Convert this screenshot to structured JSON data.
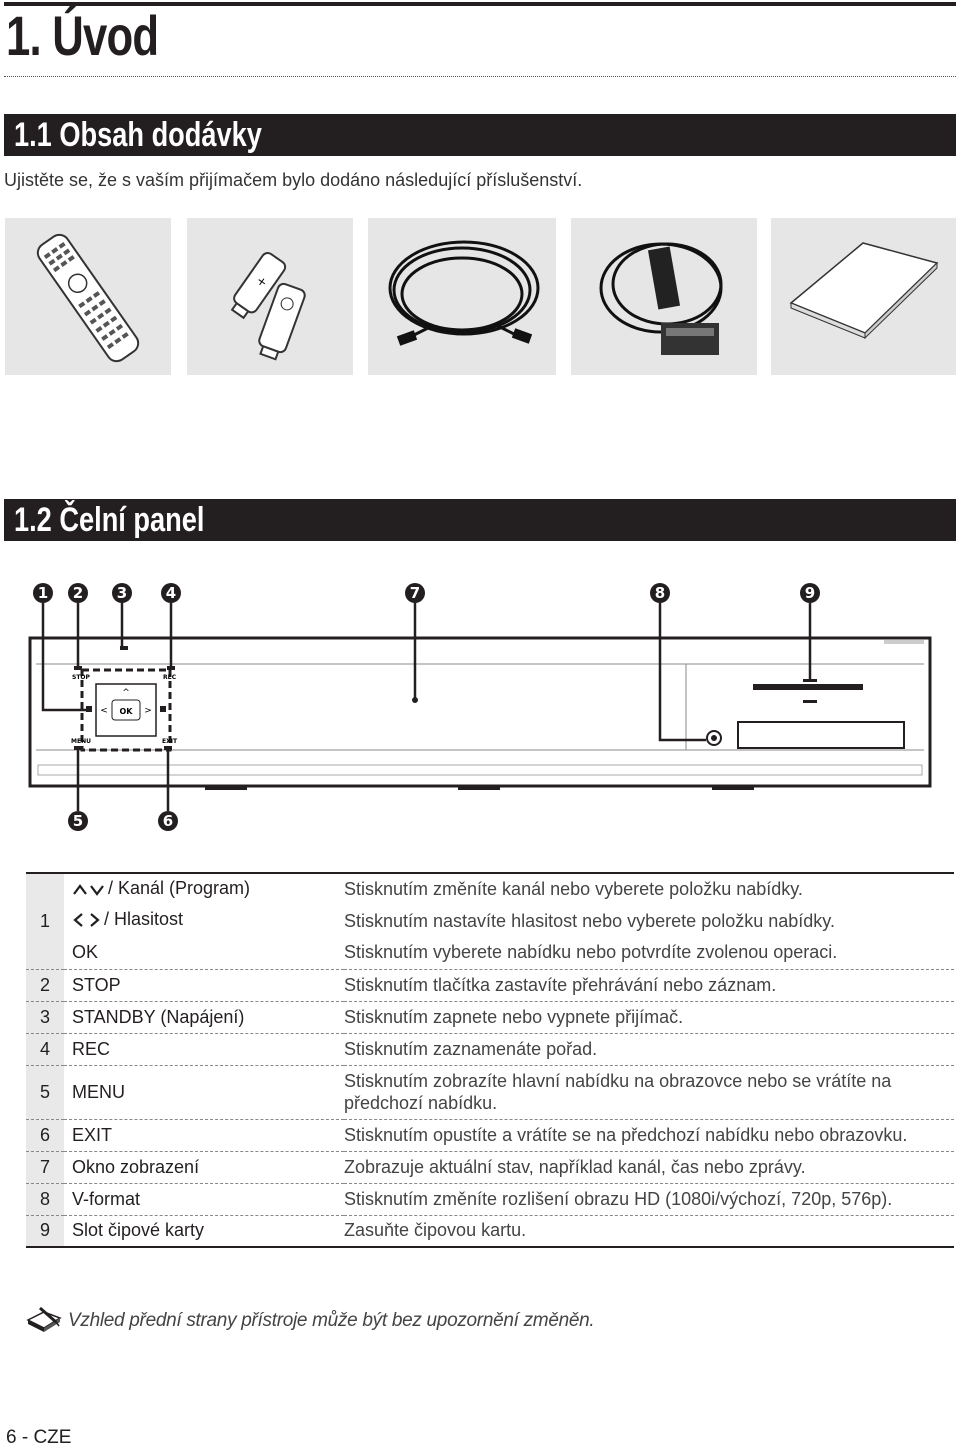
{
  "chapter": {
    "title": "1. Úvod"
  },
  "section1": {
    "title": "1.1 Obsah dodávky",
    "intro": "Ujistěte se, že s vaším přijímačem bylo dodáno následující příslušenství."
  },
  "accessories": [
    {
      "icon": "remote-control-icon"
    },
    {
      "icon": "batteries-icon"
    },
    {
      "icon": "hdmi-cable-icon"
    },
    {
      "icon": "scart-cable-icon"
    },
    {
      "icon": "manual-booklet-icon"
    }
  ],
  "section2": {
    "title": "1.2 Čelní panel"
  },
  "panel": {
    "callouts": [
      "1",
      "2",
      "3",
      "4",
      "7",
      "8",
      "9",
      "5",
      "6"
    ],
    "labels": {
      "stop": "STOP",
      "rec": "REC",
      "menu": "MENU",
      "exit": "EXIT",
      "ok": "OK"
    }
  },
  "table": {
    "rows": [
      {
        "num": "1",
        "items": [
          {
            "icon": "up-down-arrows-icon",
            "name": "/ Kanál (Program)",
            "desc": "Stisknutím změníte kanál nebo vyberete položku nabídky."
          },
          {
            "icon": "left-right-arrows-icon",
            "name": "/ Hlasitost",
            "desc": "Stisknutím nastavíte hlasitost nebo vyberete položku nabídky."
          },
          {
            "icon": "",
            "name": "OK",
            "desc": "Stisknutím vyberete nabídku nebo potvrdíte zvolenou operaci."
          }
        ]
      },
      {
        "num": "2",
        "name": "STOP",
        "desc": "Stisknutím tlačítka zastavíte přehrávání nebo záznam."
      },
      {
        "num": "3",
        "name": "STANDBY (Napájení)",
        "desc": "Stisknutím zapnete nebo vypnete přijímač."
      },
      {
        "num": "4",
        "name": "REC",
        "desc": "Stisknutím zaznamenáte pořad."
      },
      {
        "num": "5",
        "name": "MENU",
        "desc": "Stisknutím zobrazíte hlavní nabídku na obrazovce nebo se vrátíte na předchozí nabídku."
      },
      {
        "num": "6",
        "name": "EXIT",
        "desc": "Stisknutím opustíte a vrátíte se na předchozí nabídku nebo obrazovku."
      },
      {
        "num": "7",
        "name": "Okno zobrazení",
        "desc": "Zobrazuje aktuální stav, například kanál, čas nebo zprávy."
      },
      {
        "num": "8",
        "name": "V-format",
        "desc": "Stisknutím změníte rozlišení obrazu HD (1080i/výchozí, 720p, 576p)."
      },
      {
        "num": "9",
        "name": "Slot čipové karty",
        "desc": "Zasuňte čipovou kartu."
      }
    ]
  },
  "note": {
    "icon": "note-pencil-icon",
    "text": "Vzhled přední strany přístroje může být bez upozornění změněn."
  },
  "footer": {
    "page": "6 - CZE"
  }
}
